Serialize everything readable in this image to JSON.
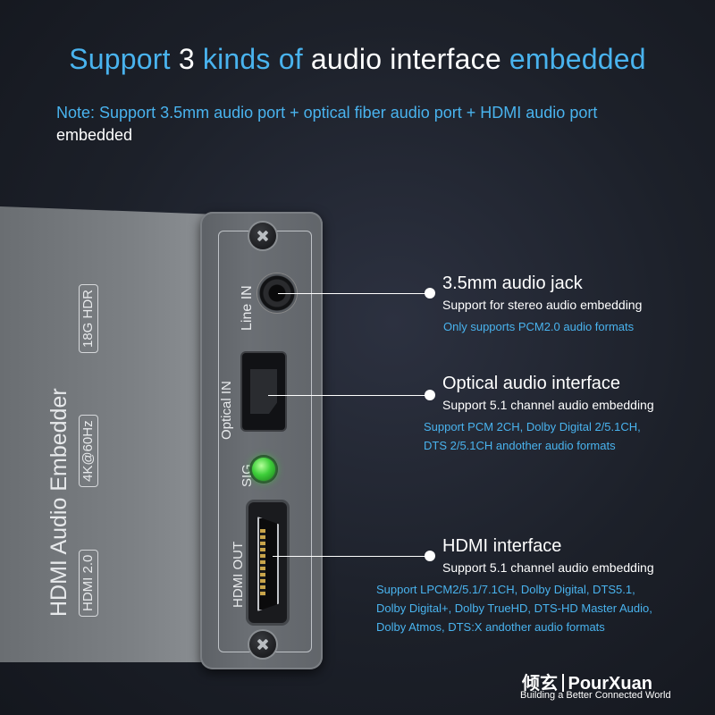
{
  "header": {
    "title_part1": "Support ",
    "title_part2": "3 ",
    "title_part3": "kinds of ",
    "title_part4": "audio interface ",
    "title_part5": "embedded",
    "note_blue": "Note: Support 3.5mm audio port + optical fiber audio port + HDMI audio port",
    "note_white": "embedded"
  },
  "device": {
    "top_name": "HDMI Audio Embedder",
    "badge_hdmi": "HDMI 2.0",
    "badge_4k": "4K@60Hz",
    "badge_18g": "18G HDR",
    "label_line_in": "Line IN",
    "label_optical_in": "Optical IN",
    "label_sig": "SIG",
    "label_hdmi_out": "HDMI OUT"
  },
  "callouts": {
    "jack": {
      "title": "3.5mm audio jack",
      "sub": "Support for stereo audio embedding",
      "details": [
        "Only supports PCM2.0 audio formats"
      ]
    },
    "optical": {
      "title": "Optical audio interface",
      "sub": "Support 5.1 channel audio embedding",
      "details": [
        "Support PCM 2CH, Dolby Digital 2/5.1CH,",
        "DTS 2/5.1CH andother audio formats"
      ]
    },
    "hdmi": {
      "title": "HDMI interface",
      "sub": "Support 5.1 channel audio embedding",
      "details": [
        "Support LPCM2/5.1/7.1CH, Dolby Digital, DTS5.1,",
        "Dolby Digital+, Dolby TrueHD, DTS-HD Master Audio,",
        "Dolby Atmos, DTS:X andother audio formats"
      ]
    }
  },
  "brand": {
    "cn": "倾玄",
    "name": "PourXuan",
    "tagline": "Building a Better Connected World"
  },
  "colors": {
    "accent_blue": "#49b3ee",
    "led_green": "#3ecf3a",
    "background": "#1c2029"
  }
}
